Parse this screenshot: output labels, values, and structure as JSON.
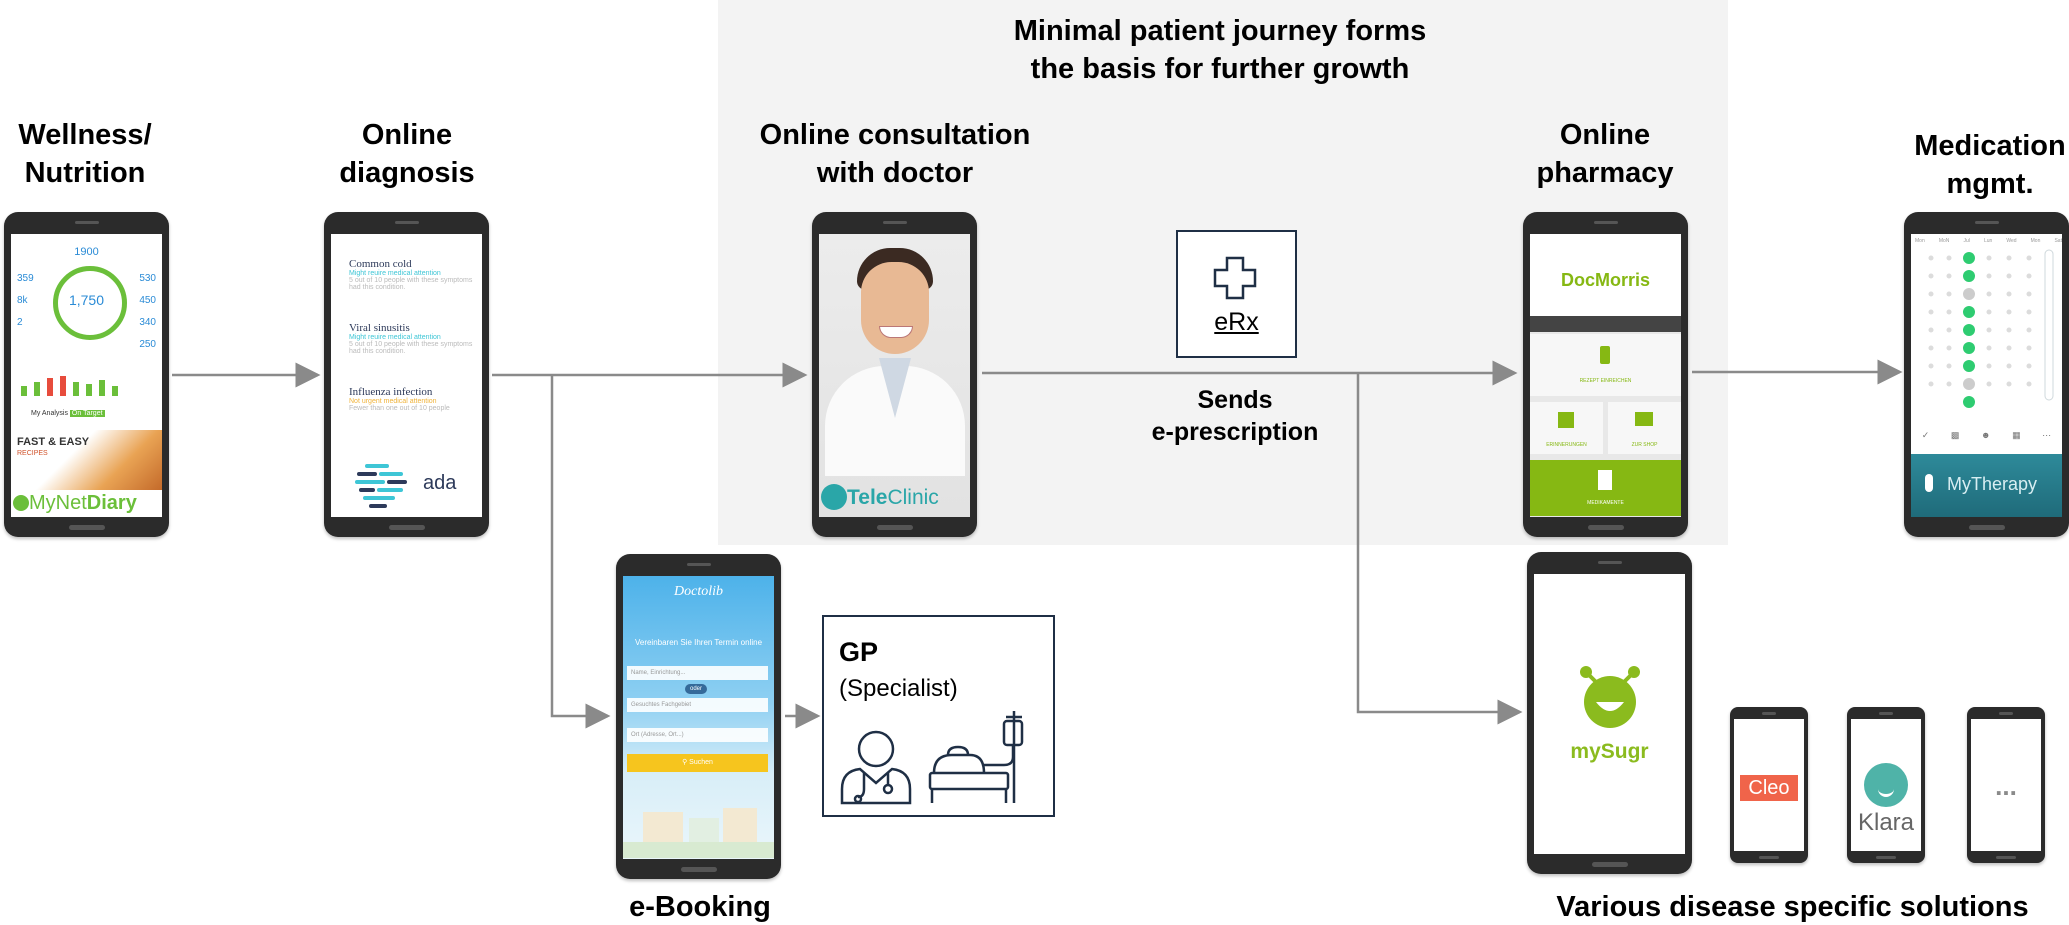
{
  "header": {
    "line1": "Minimal patient journey forms",
    "line2": "the basis for further growth"
  },
  "stages": {
    "wellness": {
      "line1": "Wellness/",
      "line2": "Nutrition"
    },
    "diagnosis": {
      "line1": "Online",
      "line2": "diagnosis"
    },
    "consultation": {
      "line1": "Online consultation",
      "line2": "with doctor"
    },
    "pharmacy": {
      "line1": "Online",
      "line2": "pharmacy"
    },
    "medication": {
      "line1": "Medication",
      "line2": "mgmt."
    }
  },
  "erx": {
    "label": "eRx",
    "caption_line1": "Sends",
    "caption_line2": "e-prescription"
  },
  "gp": {
    "title": "GP",
    "subtitle": "(Specialist)"
  },
  "bottom_labels": {
    "ebooking": "e-Booking",
    "disease": "Various disease specific solutions"
  },
  "apps": {
    "mynetdiary": {
      "logo_prefix": "MyNet",
      "logo_suffix": "Diary",
      "calorie_value": "1,750",
      "budget_value": "1900",
      "promo_line1": "FAST & EASY",
      "promo_line2": "RECIPES",
      "analysis": "My Analysis",
      "on_target": "On Target",
      "stats_left": [
        "359",
        "8k",
        "2"
      ],
      "stats_right": [
        "530",
        "450",
        "340",
        "250"
      ]
    },
    "ada": {
      "logo": "ada",
      "conditions": [
        {
          "name": "Common cold",
          "advice": "Might reuire medical attention",
          "note": "5 out of 10 people with these symptoms had this condition."
        },
        {
          "name": "Viral sinusitis",
          "advice": "Might reuire medical attention",
          "note": "5 out of 10 people with these symptoms had this condition."
        },
        {
          "name": "Influenza infection",
          "advice": "Not urgent medical attention",
          "note": "Fewer than one out of 10 people"
        }
      ]
    },
    "teleclinic": {
      "logo_prefix": "Tele",
      "logo_suffix": "Clinic"
    },
    "doctolib": {
      "logo": "Doctolib",
      "banner": "Vereinbaren Sie Ihren Termin online",
      "field1": "Name, Einrichtung...",
      "field2": "Gesuchtes Fachgebiet",
      "field3": "Ort (Adresse, Ort...)",
      "toggle": "oder",
      "search": "Suchen"
    },
    "docmorris": {
      "logo_prefix": "Doc",
      "logo_suffix": "Morris",
      "tile1": "REZEPT EINREICHEN",
      "tile2": "ERINNERUNGEN",
      "tile3": "ZUR SHOP",
      "tile4": "MEDIKAMENTE"
    },
    "mytherapy": {
      "logo": "MyTherapy",
      "days": [
        "Mon",
        "MoN",
        "Jul",
        "Lun",
        "Wed",
        "Mon",
        "Sat"
      ]
    },
    "mysugr": {
      "logo": "mySugr"
    },
    "cleo": {
      "logo": "Cleo"
    },
    "klara": {
      "logo": "Klara"
    },
    "more": {
      "label": "..."
    }
  },
  "colors": {
    "arrow": "#8a8a8a",
    "box_border": "#1f2f45",
    "highlight_bg": "#f3f3f3",
    "mynetdiary_green": "#6bbf3a",
    "teleclinic_teal": "#2aa6a8",
    "docmorris_green": "#86b813",
    "mysugr_green": "#8bbb1e",
    "cleo_orange": "#f0644a",
    "klara_teal": "#4fb3a8",
    "doctolib_blue": "#4db2ea",
    "mytherapy_teal": "#2e8a9a"
  }
}
